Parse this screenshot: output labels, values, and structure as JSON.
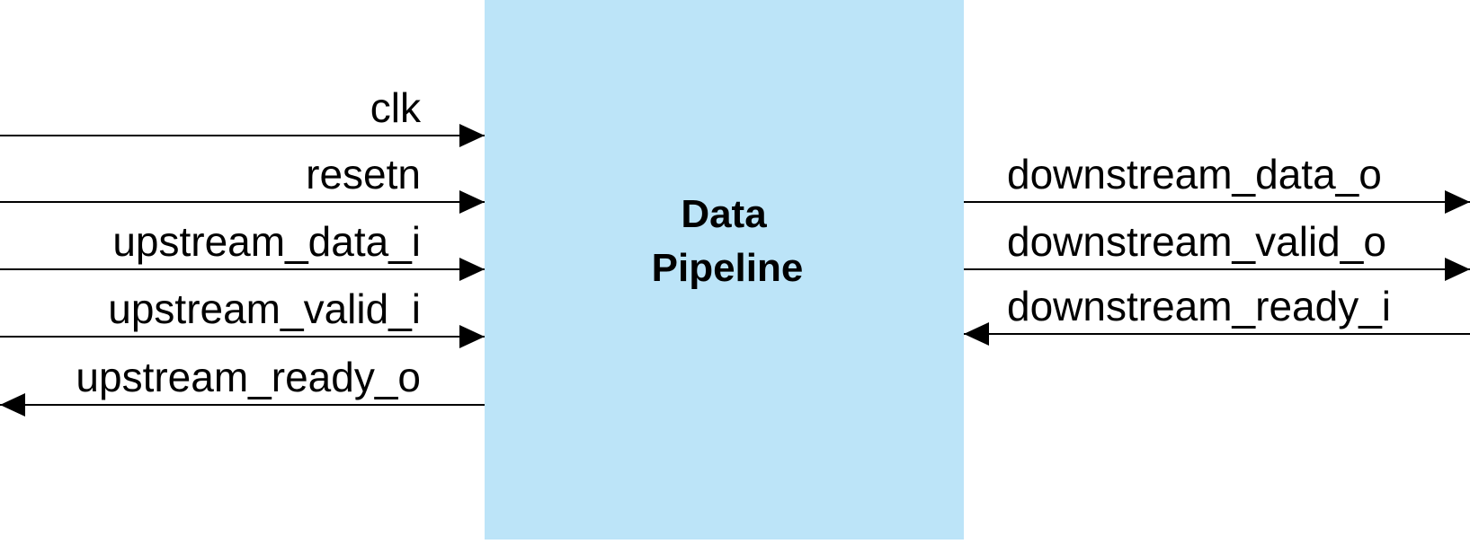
{
  "block": {
    "title_lines": [
      "Data",
      "Pipeline"
    ],
    "fill_color": "#bce4f8"
  },
  "colors": {
    "line": "#000000",
    "text": "#000000"
  },
  "left_ports": [
    {
      "name": "clk",
      "direction": "in"
    },
    {
      "name": "resetn",
      "direction": "in"
    },
    {
      "name": "upstream_data_i",
      "direction": "in"
    },
    {
      "name": "upstream_valid_i",
      "direction": "in"
    },
    {
      "name": "upstream_ready_o",
      "direction": "out"
    }
  ],
  "right_ports": [
    {
      "name": "downstream_data_o",
      "direction": "out"
    },
    {
      "name": "downstream_valid_o",
      "direction": "out"
    },
    {
      "name": "downstream_ready_i",
      "direction": "in"
    }
  ]
}
